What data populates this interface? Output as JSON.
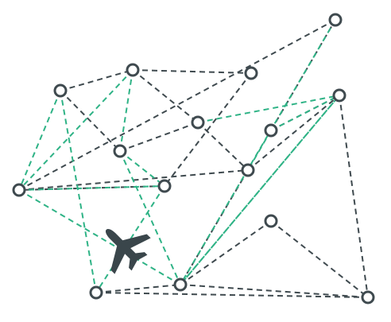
{
  "colors": {
    "gray_edge": "#3f4a4f",
    "green_edge": "#2fb386",
    "node_stroke": "#3f4a4f",
    "node_fill": "#ffffff",
    "airplane": "#3a464b"
  },
  "icon": "airplane-icon",
  "nodes": [
    {
      "id": "n1"
    },
    {
      "id": "n2"
    },
    {
      "id": "n3"
    },
    {
      "id": "n4"
    },
    {
      "id": "n5"
    },
    {
      "id": "n6"
    },
    {
      "id": "n7"
    },
    {
      "id": "n8"
    },
    {
      "id": "n9"
    },
    {
      "id": "n10"
    },
    {
      "id": "n11"
    },
    {
      "id": "n12"
    },
    {
      "id": "n13"
    },
    {
      "id": "n14"
    },
    {
      "id": "n15"
    }
  ],
  "edges": [
    {
      "from": "n1",
      "to": "n2",
      "style": "gray"
    },
    {
      "from": "n1",
      "to": "n5",
      "style": "gray"
    },
    {
      "from": "n2",
      "to": "n4",
      "style": "gray"
    },
    {
      "from": "n2",
      "to": "n3",
      "style": "gray"
    },
    {
      "from": "n5",
      "to": "n3",
      "style": "gray"
    },
    {
      "from": "n3",
      "to": "n8",
      "style": "gray"
    },
    {
      "from": "n4",
      "to": "n6",
      "style": "gray"
    },
    {
      "from": "n6",
      "to": "n7",
      "style": "gray"
    },
    {
      "from": "n7",
      "to": "n8",
      "style": "gray"
    },
    {
      "from": "n7",
      "to": "n10",
      "style": "gray"
    },
    {
      "from": "n8",
      "to": "n11",
      "style": "gray"
    },
    {
      "from": "n8",
      "to": "n13",
      "style": "gray"
    },
    {
      "from": "n9",
      "to": "n10",
      "style": "gray"
    },
    {
      "from": "n9",
      "to": "n11",
      "style": "gray"
    },
    {
      "from": "n11",
      "to": "n15",
      "style": "gray"
    },
    {
      "from": "n12",
      "to": "n13",
      "style": "gray"
    },
    {
      "from": "n12",
      "to": "n15",
      "style": "gray"
    },
    {
      "from": "n13",
      "to": "n15",
      "style": "gray"
    },
    {
      "from": "n14",
      "to": "n13",
      "style": "gray"
    },
    {
      "from": "n14",
      "to": "n15",
      "style": "gray"
    },
    {
      "from": "n1",
      "to": "n7",
      "style": "green"
    },
    {
      "from": "n1",
      "to": "n12",
      "style": "green"
    },
    {
      "from": "n2",
      "to": "n5",
      "style": "green"
    },
    {
      "from": "n2",
      "to": "n7",
      "style": "green"
    },
    {
      "from": "n3",
      "to": "n11",
      "style": "green"
    },
    {
      "from": "n5",
      "to": "n13",
      "style": "green"
    },
    {
      "from": "n5",
      "to": "n6",
      "style": "green"
    },
    {
      "from": "n6",
      "to": "n12",
      "style": "green"
    },
    {
      "from": "n7",
      "to": "n6",
      "style": "green"
    },
    {
      "from": "n7",
      "to": "n13",
      "style": "green"
    },
    {
      "from": "n9",
      "to": "n8",
      "style": "green"
    },
    {
      "from": "n9",
      "to": "n11",
      "style": "green"
    },
    {
      "from": "n11",
      "to": "n13",
      "style": "green"
    },
    {
      "from": "n10",
      "to": "n13",
      "style": "green"
    },
    {
      "from": "n13",
      "to": "n11",
      "style": "green"
    }
  ]
}
